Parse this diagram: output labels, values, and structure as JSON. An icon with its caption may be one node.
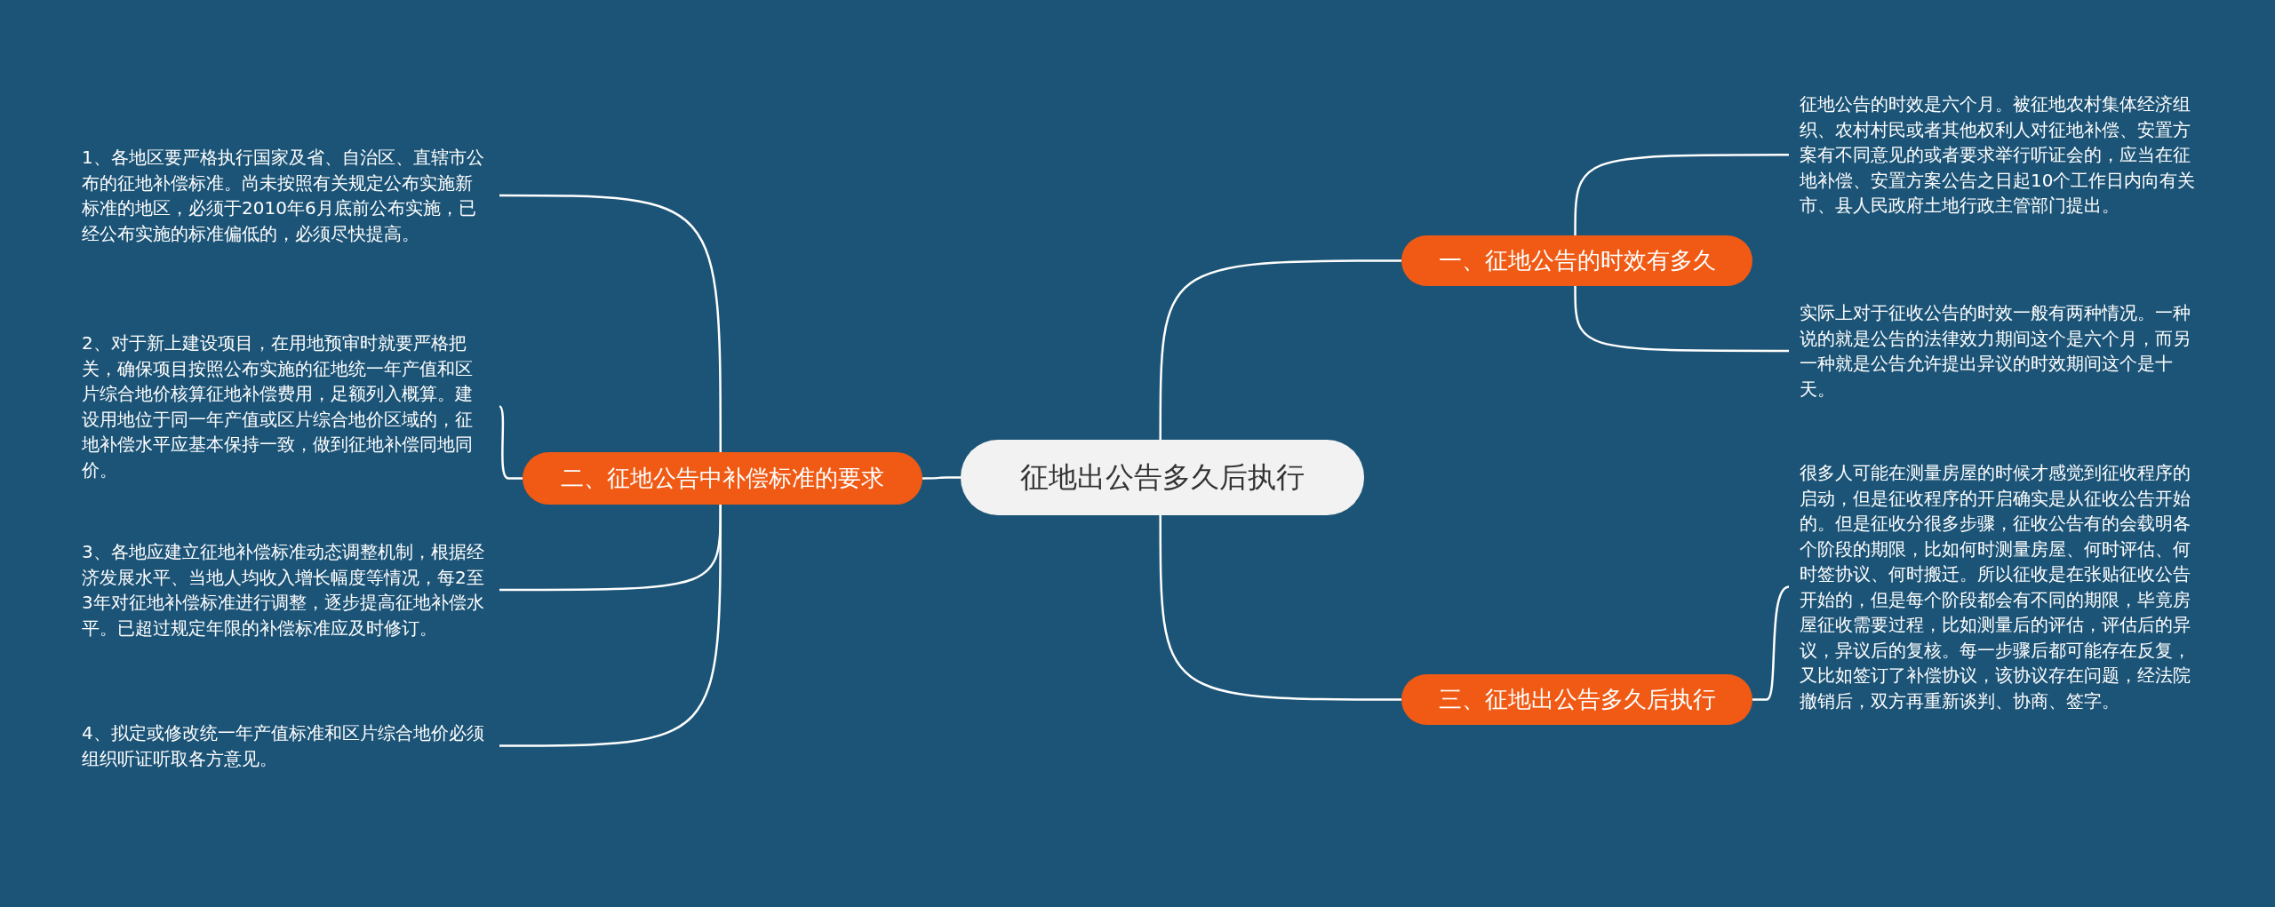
{
  "diagram": {
    "nodes": [
      {
        "text": [
          "征地出公告多久后执行"
        ]
      },
      {
        "text": [
          "一、征地公告的时效有多久"
        ]
      },
      {
        "text": [
          "征地公告的时效是六个月。被征地农村集体经济组织、农村村民或者其他权利人对征地补偿、安置方案有不同意见的或者要求举行听证会的，应当在征地补偿、安置方案公告之日起10个工作日内向有关市、县人民政府土地行政主管部门提出。"
        ]
      },
      {
        "text": [
          "实际上对于征收公告的时效一般有两种情况。一种说的就是公告的法律效力期间这个是六个月，而另一种就是公告允许提出异议的时效期间这个是十天。"
        ]
      },
      {
        "text": [
          "二、征地公告中补偿标准的要求"
        ]
      },
      {
        "text": [
          "1、各地区要严格执行国家及省、自治区、直辖市公布的征地补偿标准。尚未按照有关规定公布实施新标准的地区，必须于2010年6月底前公布实施，已经公布实施的标准偏低的，必须尽快提高。"
        ]
      },
      {
        "text": [
          "2、对于新上建设项目，在用地预审时就要严格把关，确保项目按照公布实施的征地统一年产值和区片综合地价核算征地补偿费用，足额列入概算。建设用地位于同一年产值或区片综合地价区域的，征地补偿水平应基本保持一致，做到征地补偿同地同价。"
        ]
      },
      {
        "text": [
          "3、各地应建立征地补偿标准动态调整机制，根据经济发展水平、当地人均收入增长幅度等情况，每2至3年对征地补偿标准进行调整，逐步提高征地补偿水平。已超过规定年限的补偿标准应及时修订。"
        ]
      },
      {
        "text": [
          "4、拟定或修改统一年产值标准和区片综合地价必须组织听证听取各方意见。"
        ]
      },
      {
        "text": [
          "三、征地出公告多久后执行"
        ]
      },
      {
        "text": [
          "很多人可能在测量房屋的时候才感觉到征收程序的启动，但是征收程序的开启确实是从征收公告开始的。但是征收分很多步骤，征收公告有的会载明各个阶段的期限，比如何时测量房屋、何时评估、何时签协议、何时搬迁。所以征收是在张贴征收公告开始的，但是每个阶段都会有不同的期限，毕竟房屋征收需要过程，比如测量后的评估，评估后的异议，异议后的复核。每一步骤后都可能存在反复，又比如签订了补偿协议，该协议存在问题，经法院撤销后，双方再重新谈判、协商、签字。"
        ]
      }
    ],
    "edges": [
      {
        "from": 0,
        "to": 1,
        "arrow": "none"
      },
      {
        "from": 1,
        "to": 2,
        "arrow": "none"
      },
      {
        "from": 1,
        "to": 3,
        "arrow": "none"
      },
      {
        "from": 0,
        "to": 4,
        "arrow": "none"
      },
      {
        "from": 4,
        "to": 5,
        "arrow": "none"
      },
      {
        "from": 4,
        "to": 6,
        "arrow": "none"
      },
      {
        "from": 4,
        "to": 7,
        "arrow": "none"
      },
      {
        "from": 4,
        "to": 8,
        "arrow": "none"
      },
      {
        "from": 0,
        "to": 9,
        "arrow": "none"
      },
      {
        "from": 9,
        "to": 10,
        "arrow": "none"
      }
    ]
  }
}
